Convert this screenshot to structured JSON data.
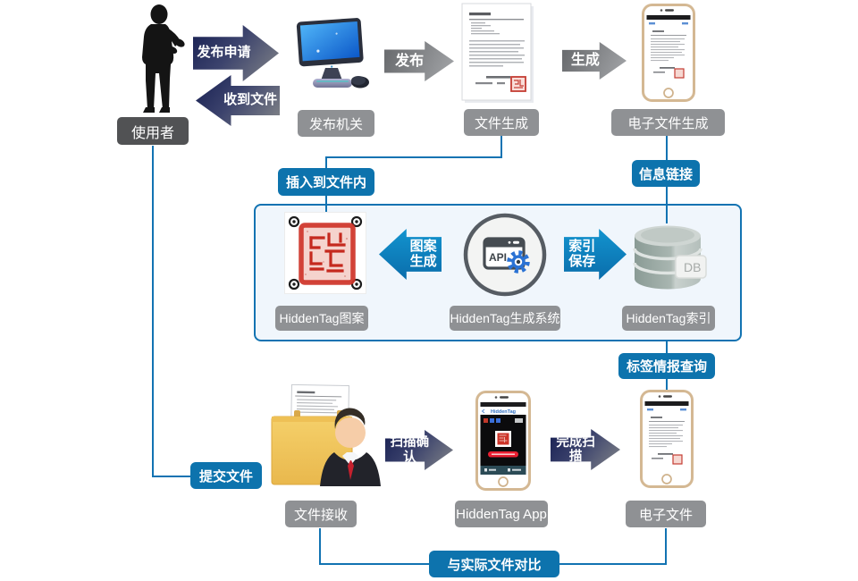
{
  "diagram": {
    "nodes": {
      "user": "使用者",
      "publisher": "发布机关",
      "doc_generation": "文件生成",
      "edoc_generation": "电子文件生成",
      "hiddentag_image": "HiddenTag图案",
      "hiddentag_system": "HiddenTag生成系统",
      "hiddentag_index": "HiddenTag索引",
      "doc_receive": "文件接收",
      "hiddentag_app": "HiddenTag App",
      "edoc": "电子文件"
    },
    "arrows": {
      "publish_request": "发布申请",
      "receive_doc": "收到文件",
      "publish": "发布",
      "generate": "生成",
      "pattern_gen": [
        "图案",
        "生成"
      ],
      "index_save": [
        "索引",
        "保存"
      ],
      "scan_confirm": "扫描确认",
      "scan_complete": "完成扫描"
    },
    "badges": {
      "insert_into_doc": "插入到文件内",
      "info_link": "信息链接",
      "tag_info_query": "标签情报查询",
      "submit_doc": "提交文件",
      "compare_with_actual": "与实际文件对比"
    },
    "labels": {
      "api": "API",
      "db": "DB",
      "app_brand": "HiddenTag"
    }
  },
  "icons": {
    "user": "user-silhouette-icon",
    "publisher": "desktop-computer-icon",
    "doc_generation": "paper-document-icon",
    "edoc_generation": "smartphone-document-icon",
    "hiddentag_image": "red-seal-stamp-icon",
    "hiddentag_system": "api-browser-gear-icon",
    "hiddentag_index": "database-cylinder-icon",
    "doc_receive": "folder-businessman-icon",
    "hiddentag_app": "smartphone-scanner-icon",
    "edoc": "smartphone-document-icon"
  },
  "colors": {
    "accent_blue": "#0d73ad",
    "box_border": "#1273b2",
    "box_fill": "#f0f6fc",
    "badge_gray": "#8f9194",
    "badge_dark": "#515254",
    "arrow_navy": "#1e2657",
    "arrow_gray": "#87898c",
    "arrow_blue": "#0d84c0",
    "seal_red": "#ce3328",
    "folder_yellow": "#f0c95c",
    "connector": "#1273b2"
  }
}
